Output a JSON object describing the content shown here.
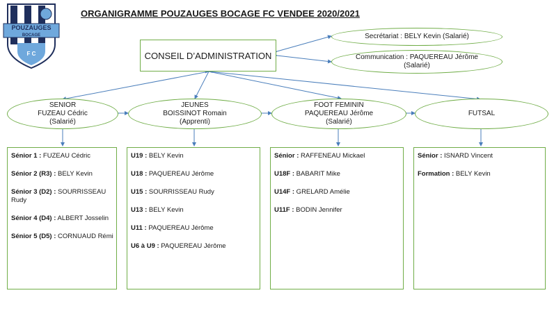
{
  "title": "ORGANIGRAMME POUZAUGES BOCAGE FC VENDEE 2020/2021",
  "logo": {
    "name": "POUZAUGES",
    "sub": "BOCAGE",
    "initials": "F C",
    "colors": {
      "navy": "#1f2f5c",
      "sky": "#6fa8dc",
      "white": "#ffffff"
    }
  },
  "conseil": "CONSEIL D’ADMINISTRATION",
  "secretariat": "Secrétariat : BELY Kevin (Salarié)",
  "communication": [
    "Communication : PAQUEREAU Jérôme",
    "(Salarié)"
  ],
  "divisions": [
    {
      "lines": [
        "SENIOR",
        "FUZEAU Cédric",
        "(Salarié)"
      ]
    },
    {
      "lines": [
        "JEUNES",
        "BOISSINOT Romain",
        "(Apprenti)"
      ]
    },
    {
      "lines": [
        "FOOT FEMININ",
        "PAQUEREAU Jérôme",
        "(Salarié)"
      ]
    },
    {
      "lines": [
        "FUTSAL"
      ]
    }
  ],
  "columns": [
    [
      {
        "label": "Sénior 1 :",
        "name": " FUZEAU Cédric"
      },
      {
        "label": "Sénior 2 (R3) :",
        "name": " BELY Kevin"
      },
      {
        "label": "Sénior 3 (D2) :",
        "name": " SOURRISSEAU Rudy"
      },
      {
        "label": "Sénior 4 (D4) :",
        "name": " ALBERT Josselin"
      },
      {
        "label": "Sénior 5 (D5) :",
        "name": " CORNUAUD Rémi"
      }
    ],
    [
      {
        "label": "U19 :",
        "name": " BELY Kevin"
      },
      {
        "label": "U18 :",
        "name": " PAQUEREAU Jérôme"
      },
      {
        "label": "U15 :",
        "name": " SOURRISSEAU Rudy"
      },
      {
        "label": "U13 :",
        "name": " BELY Kevin"
      },
      {
        "label": "U11 :",
        "name": " PAQUEREAU Jérôme"
      },
      {
        "label": "U6 à U9 :",
        "name": " PAQUEREAU Jérôme"
      }
    ],
    [
      {
        "label": "Sénior :",
        "name": " RAFFENEAU Mickael"
      },
      {
        "label": "U18F :",
        "name": " BABARIT Mike"
      },
      {
        "label": "U14F :",
        "name": " GRELARD Amélie"
      },
      {
        "label": "U11F :",
        "name": " BODIN Jennifer"
      }
    ],
    [
      {
        "label": "Sénior :",
        "name": " ISNARD Vincent"
      },
      {
        "label": "Formation :",
        "name": " BELY Kevin"
      }
    ]
  ],
  "colors": {
    "box_border": "#70ad47",
    "arrow": "#4a7ebb"
  }
}
